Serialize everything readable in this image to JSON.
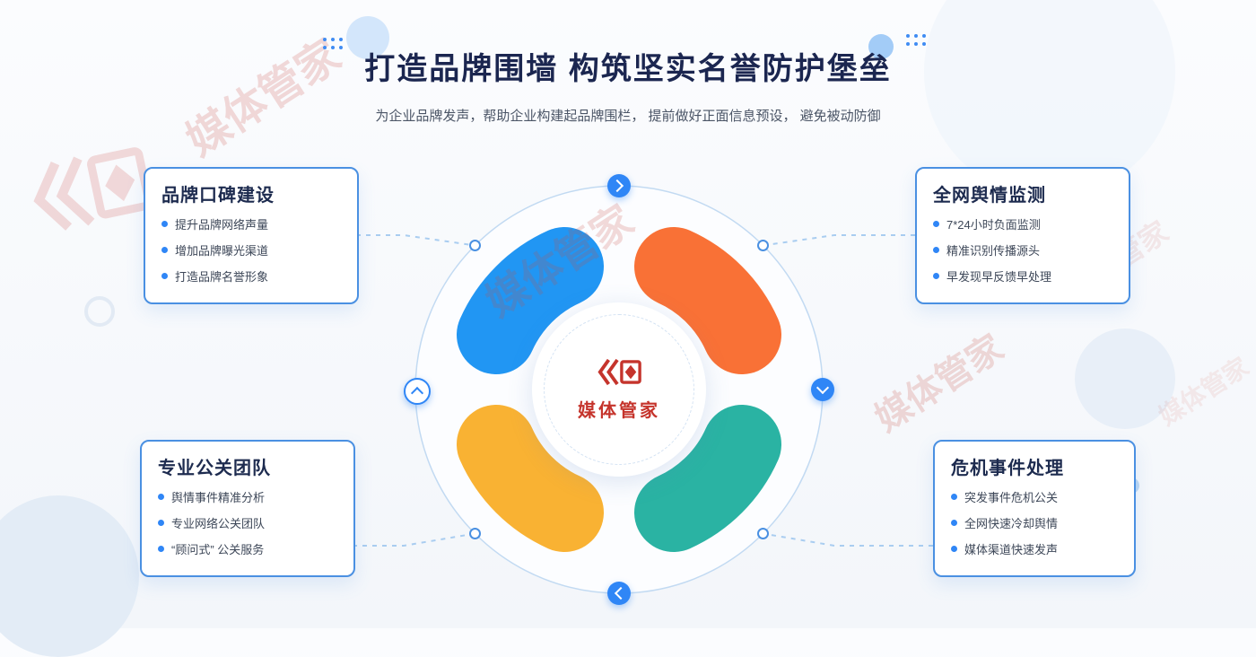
{
  "header": {
    "title": "打造品牌围墙 构筑坚实名誉防护堡垒",
    "subtitle": "为企业品牌发声，帮助企业构建起品牌围栏， 提前做好正面信息预设， 避免被动防御"
  },
  "cards": [
    {
      "title": "品牌口碑建设",
      "items": [
        "提升品牌网络声量",
        "增加品牌曝光渠道",
        "打造品牌名誉形象"
      ]
    },
    {
      "title": "全网舆情监测",
      "items": [
        "7*24小时负面监测",
        "精准识别传播源头",
        "早发现早反馈早处理"
      ]
    },
    {
      "title": "专业公关团队",
      "items": [
        "舆情事件精准分析",
        "专业网络公关团队",
        "“顾问式” 公关服务"
      ]
    },
    {
      "title": "危机事件处理",
      "items": [
        "突发事件危机公关",
        "全网快速冷却舆情",
        "媒体渠道快速发声"
      ]
    }
  ],
  "center": {
    "logo_text": "媒体管家"
  },
  "watermark": {
    "text": "媒体管家"
  },
  "colors": {
    "segment_blue": "#2196f3",
    "segment_orange": "#f97136",
    "segment_teal": "#2ab3a3",
    "segment_yellow": "#f9b233",
    "accent_blue": "#4a90e2",
    "connector_blue": "#a9cdf0",
    "title_navy": "#1b2650",
    "logo_red": "#c5342c"
  }
}
